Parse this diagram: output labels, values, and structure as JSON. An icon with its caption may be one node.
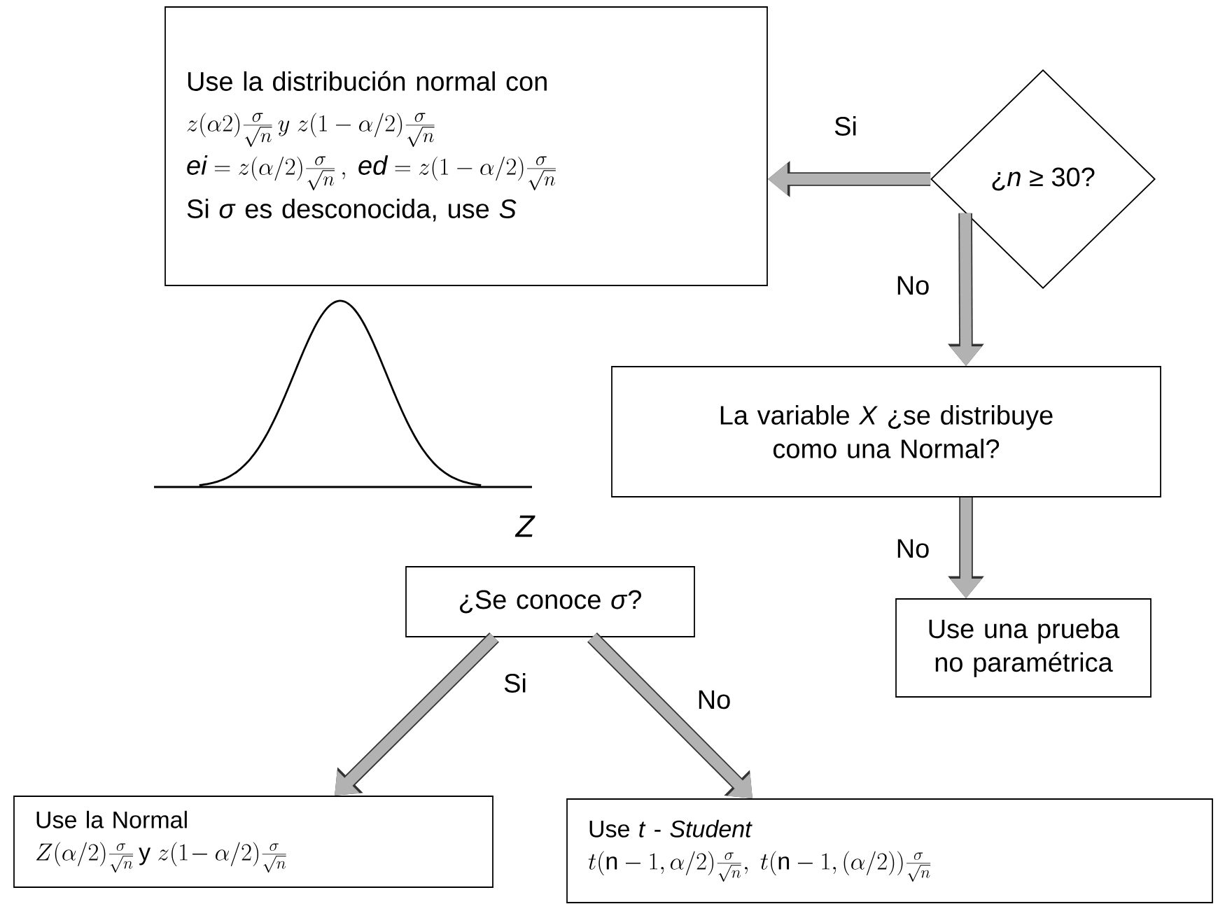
{
  "diagram": {
    "nodes": [
      {
        "text": [
          "Use la distribución normal con",
          "z(\\alpha 2)\\frac{\\sigma}{\\sqrt{n}}\\,y\\; z(1 - \\alpha/2)\\frac{\\sigma}{\\sqrt{n}}",
          "\\mathit{ei} = z(\\alpha/2)\\frac{\\sigma}{\\sqrt{n}}\\,,\\; \\mathit{ed} = z(1 - \\alpha/2)\\frac{\\sigma}{\\sqrt{n}}",
          "Si *σ* es desconocida, use *S*"
        ]
      },
      {
        "text": [
          "¿*n* ≥ 30?"
        ]
      },
      {
        "text": [
          "La variable *X* ¿se distribuye como una Normal?"
        ]
      },
      {
        "text": [
          "Use una prueba no paramétrica"
        ]
      },
      {
        "text": [
          "¿Se conoce *σ*?"
        ]
      },
      {
        "text": [
          "Use la Normal",
          "Z(\\alpha/2)\\frac{\\sigma}{\\sqrt{n}}\\,\\mathrm{y}\\; z(1\\!- \\alpha/2)\\frac{\\sigma}{\\sqrt{n}}"
        ]
      },
      {
        "text": [
          "Use *t* - *Student*",
          "t(\\mathrm{n} -1,\\alpha/2)\\frac{\\sigma}{\\sqrt{n}},\\; t(\\mathrm{n} - 1, (\\alpha/2))\\frac{\\sigma}{\\sqrt{n}}"
        ]
      }
    ],
    "edges": [
      {
        "from": 1,
        "to": 0,
        "arrow": "to",
        "label": "Si"
      },
      {
        "from": 1,
        "to": 2,
        "arrow": "to",
        "label": "No"
      },
      {
        "from": 2,
        "to": 3,
        "arrow": "to",
        "label": "No"
      },
      {
        "from": 4,
        "to": 5,
        "arrow": "to",
        "label": "Si"
      },
      {
        "from": 4,
        "to": 6,
        "arrow": "to",
        "label": "No"
      }
    ],
    "labels": [
      "Z"
    ]
  }
}
